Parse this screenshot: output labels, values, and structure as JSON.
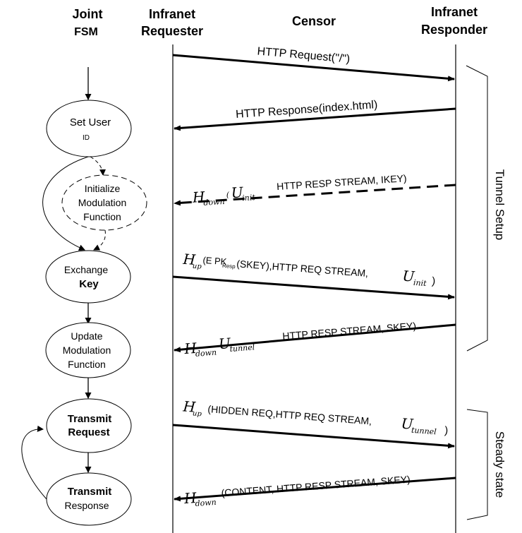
{
  "columns": {
    "fsm": [
      "Joint",
      "FSM"
    ],
    "requester": [
      "Infranet",
      "Requester"
    ],
    "censor": [
      "Censor"
    ],
    "responder": [
      "Infranet",
      "Responder"
    ]
  },
  "fsm_nodes": [
    {
      "id": "set-user-id",
      "lines": [
        "Set User",
        "ID"
      ],
      "style": "solid"
    },
    {
      "id": "init-modulation",
      "lines": [
        "Initialize",
        "Modulation",
        "Function"
      ],
      "style": "dashed"
    },
    {
      "id": "exchange-key",
      "lines": [
        "Exchange",
        "Key"
      ],
      "style": "solid"
    },
    {
      "id": "update-modulation",
      "lines": [
        "Update",
        "Modulation",
        "Function"
      ],
      "style": "solid"
    },
    {
      "id": "transmit-request",
      "lines": [
        "Transmit",
        "Request"
      ],
      "style": "solid"
    },
    {
      "id": "transmit-response",
      "lines": [
        "Transmit",
        "Response"
      ],
      "style": "solid"
    }
  ],
  "messages": [
    {
      "direction": "up",
      "style": "solid",
      "math": "",
      "sub": "",
      "text": "HTTP Request(\"/\")"
    },
    {
      "direction": "down",
      "style": "solid",
      "math": "",
      "sub": "",
      "text": "HTTP Response(index.html)"
    },
    {
      "direction": "down",
      "style": "dashed",
      "math": "H",
      "sub": "down",
      "math2": "U",
      "sub2": "init",
      "text": "HTTP RESP STREAM, IKEY)"
    },
    {
      "direction": "up",
      "style": "solid",
      "math": "H",
      "sub": "up",
      "text": "(E PK",
      "sub_text": "Resp",
      "text2": "(SKEY),HTTP REQ STREAM,",
      "math2": "U",
      "sub2": "init",
      "tail": ")"
    },
    {
      "direction": "down",
      "style": "solid",
      "math": "H",
      "sub": "down",
      "math2": "U",
      "sub2": "tunnel",
      "text": "HTTP RESP STREAM, SKEY)"
    },
    {
      "direction": "up",
      "style": "solid",
      "math": "H",
      "sub": "up",
      "text": "(HIDDEN REQ,HTTP REQ STREAM,",
      "math2": "U",
      "sub2": "tunnel",
      "tail": ")"
    },
    {
      "direction": "down",
      "style": "solid",
      "math": "H",
      "sub": "down",
      "text": "(CONTENT, HTTP RESP STREAM, SKEY)"
    }
  ],
  "phases": [
    {
      "label": "Tunnel Setup"
    },
    {
      "label": "Steady state"
    }
  ]
}
